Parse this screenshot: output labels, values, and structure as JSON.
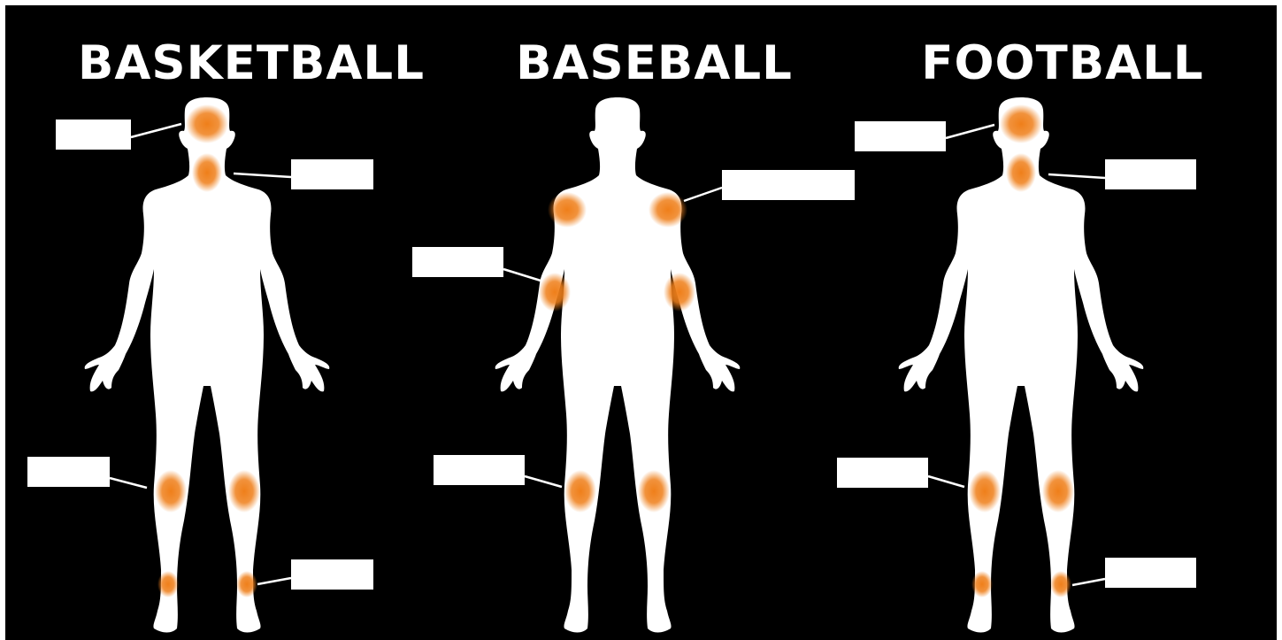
{
  "panels": [
    {
      "title": "BASKETBALL",
      "label_boxes": [
        "",
        "",
        "",
        ""
      ]
    },
    {
      "title": "BASEBALL",
      "label_boxes": [
        "",
        "",
        ""
      ]
    },
    {
      "title": "FOOTBALL",
      "label_boxes": [
        "",
        "",
        "",
        ""
      ]
    }
  ],
  "colors": {
    "background": "#000000",
    "figure": "#ffffff",
    "hotspot": "#ef7f1a",
    "title": "#ffffff",
    "label_box": "#ffffff",
    "leader_line": "#ffffff"
  }
}
